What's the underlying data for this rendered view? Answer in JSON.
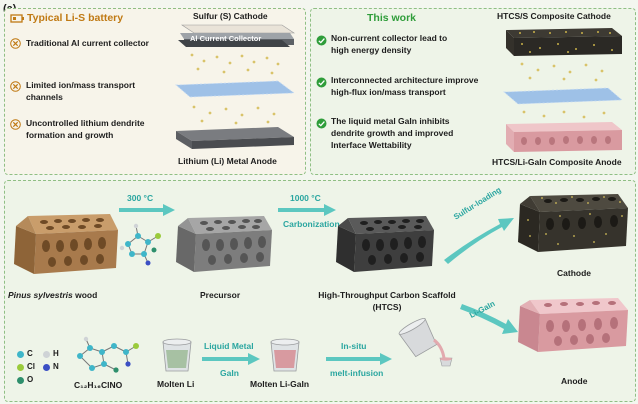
{
  "panel_label": "(a)",
  "left_panel": {
    "title": "Typical Li-S battery",
    "bullets": [
      "Traditional Al current collector",
      "Limited ion/mass transport\nchannels",
      "Uncontrolled lithium dendrite\nformation and growth"
    ],
    "cathode_label": "Sulfur (S) Cathode",
    "collector_label": "Al Current Collector",
    "anode_label": "Lithium (Li) Metal Anode"
  },
  "right_panel": {
    "title": "This work",
    "bullets": [
      "Non-current collector lead to\nhigh energy density",
      "Interconnected architecture improve\nhigh-flux ion/mass transport",
      "The liquid metal GaIn inhibits\ndendrite growth and improved\nInterface Wettability"
    ],
    "cathode_label": "HTCS/S Composite Cathode",
    "anode_label": "HTCS/Li-GaIn Composite Anode"
  },
  "process": {
    "wood_label_italic": "Pinus sylvestris",
    "wood_label_rest": " wood",
    "step1_temp": "300 °C",
    "precursor_label": "Precursor",
    "step2_temp": "1000 °C",
    "step2_name": "Carbonization",
    "htcs_label_line1": "High-Throughput Carbon Scaffold",
    "htcs_label_line2": "(HTCS)",
    "sulfur_step": "Sulfur-loading",
    "cathode_label": "Cathode",
    "ligain_step": "Li-GaIn",
    "anode_label": "Anode",
    "molten_li": "Molten Li",
    "liquid_metal": "Liquid Metal",
    "gain": "GaIn",
    "molten_ligain": "Molten Li-GaIn",
    "insitu": "In-situ",
    "melt_infusion": "melt-infusion"
  },
  "legend": {
    "atoms": [
      {
        "symbol": "C",
        "color": "#3fb6c9"
      },
      {
        "symbol": "H",
        "color": "#cfd3d6"
      },
      {
        "symbol": "Cl",
        "color": "#9acb3b"
      },
      {
        "symbol": "N",
        "color": "#3b4fc4"
      },
      {
        "symbol": "O",
        "color": "#2e8f6c"
      }
    ],
    "formula": "C₁₂H₁₆ClNO"
  },
  "colors": {
    "wood": "#b8895a",
    "precursor": "#8c8c8c",
    "htcs": "#4a4a4a",
    "anode_pink": "#e6b3b7",
    "teal_arrow": "#5cc7c0",
    "dashed_border": "#8fbf84"
  }
}
